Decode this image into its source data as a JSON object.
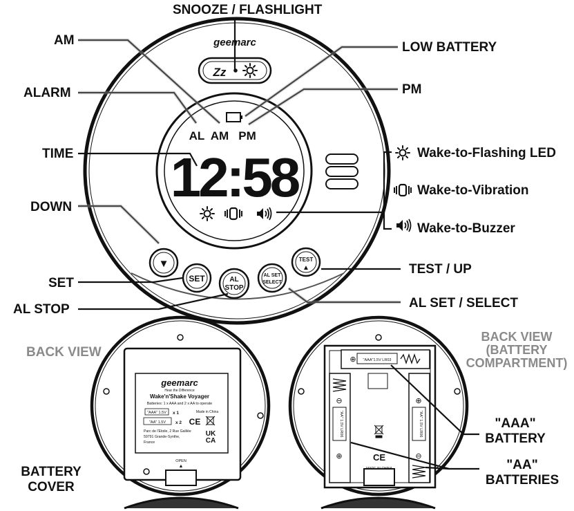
{
  "front": {
    "brand": "geemarc",
    "lcd": {
      "ampm_am": "AM",
      "ampm_pm": "PM",
      "al": "AL",
      "time": "12:58"
    },
    "buttons": {
      "snooze": "Zz",
      "set": "SET",
      "al_stop_1": "AL",
      "al_stop_2": "STOP",
      "al_set_1": "AL SET",
      "al_set_2": "SELECT",
      "test": "TEST",
      "test_arrow": "▲",
      "down": "▼"
    }
  },
  "labels": {
    "snooze": "SNOOZE / FLASHLIGHT",
    "am": "AM",
    "low_battery": "LOW BATTERY",
    "alarm": "ALARM",
    "pm": "PM",
    "time": "TIME",
    "down": "DOWN",
    "set": "SET",
    "al_stop": "AL STOP",
    "test_up": "TEST / UP",
    "al_set_select": "AL SET / SELECT"
  },
  "legend": {
    "flash": "Wake-to-Flashing LED",
    "vibration": "Wake-to-Vibration",
    "buzzer": "Wake-to-Buzzer"
  },
  "back_left": {
    "title": "BACK VIEW",
    "brand": "geemarc",
    "tagline": "Hear the Difference",
    "product": "Wake'n'Shake Voyager",
    "batteries_line": "Batteries: 1 x AAA and 2 x AA to operate",
    "aaa_label": "\"AAA\" 1.5V",
    "aaa_qty": "x 1",
    "aa_label": "\"AA\" 1.5V",
    "aa_qty": "x 2",
    "made_in": "Made in China",
    "address_1": "Parc de l'Etoile, 2 Rue Galilée",
    "address_2": "59791 Grande-Synthe,",
    "address_3": "France",
    "open": "OPEN",
    "open_arrow": "▲",
    "ce": "CE",
    "ukca_1": "UK",
    "ukca_2": "CA",
    "cover_label_1": "BATTERY",
    "cover_label_2": "COVER"
  },
  "back_right": {
    "title_1": "BACK VIEW",
    "title_2": "(BATTERY",
    "title_3": "COMPARTMENT)",
    "aaa_cell": "\"AAA\"1.5V LR03",
    "aa_cell": "\"AA\" 1.5V LR06",
    "ce": "CE",
    "made_in": "MADE IN CHINA",
    "aaa_label_1": "\"AAA\"",
    "aaa_label_2": "BATTERY",
    "aa_label_1": "\"AA\"",
    "aa_label_2": "BATTERIES"
  }
}
